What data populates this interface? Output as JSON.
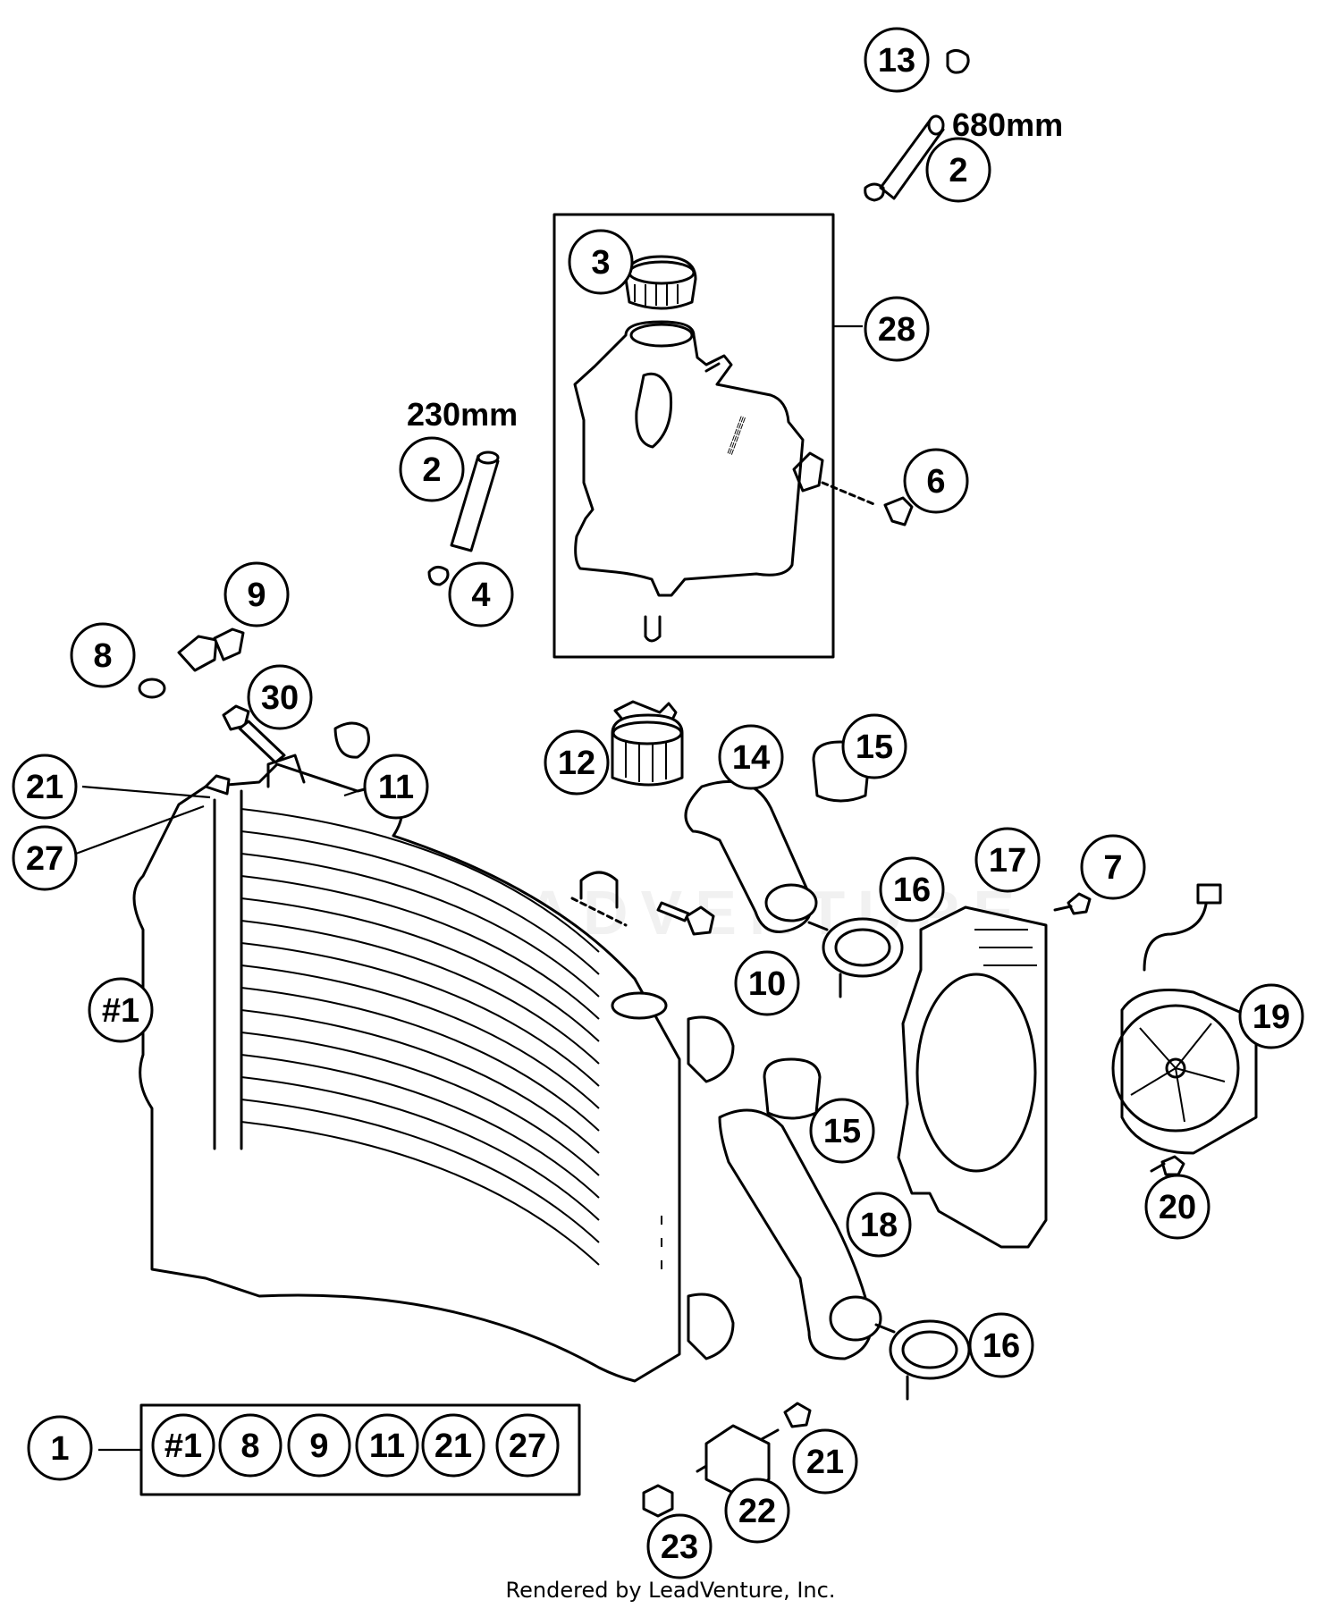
{
  "callouts": [
    {
      "id": "c13",
      "label": "13"
    },
    {
      "id": "c2a",
      "label": "2"
    },
    {
      "id": "c3",
      "label": "3"
    },
    {
      "id": "c28",
      "label": "28"
    },
    {
      "id": "c2b",
      "label": "2"
    },
    {
      "id": "c6",
      "label": "6"
    },
    {
      "id": "c4",
      "label": "4"
    },
    {
      "id": "c9",
      "label": "9"
    },
    {
      "id": "c8",
      "label": "8"
    },
    {
      "id": "c30",
      "label": "30"
    },
    {
      "id": "c21a",
      "label": "21"
    },
    {
      "id": "c27",
      "label": "27"
    },
    {
      "id": "c11",
      "label": "11"
    },
    {
      "id": "c12",
      "label": "12"
    },
    {
      "id": "c14",
      "label": "14"
    },
    {
      "id": "c15a",
      "label": "15"
    },
    {
      "id": "c16a",
      "label": "16"
    },
    {
      "id": "c17",
      "label": "17"
    },
    {
      "id": "c7",
      "label": "7"
    },
    {
      "id": "c10",
      "label": "10"
    },
    {
      "id": "c1hash",
      "label": "#1"
    },
    {
      "id": "c19",
      "label": "19"
    },
    {
      "id": "c15b",
      "label": "15"
    },
    {
      "id": "c20",
      "label": "20"
    },
    {
      "id": "c18",
      "label": "18"
    },
    {
      "id": "c16b",
      "label": "16"
    },
    {
      "id": "c1",
      "label": "1"
    },
    {
      "id": "c21b",
      "label": "21"
    },
    {
      "id": "c22",
      "label": "22"
    },
    {
      "id": "c23",
      "label": "23"
    }
  ],
  "kit_contents": [
    "#1",
    "8",
    "9",
    "11",
    "21",
    "27"
  ],
  "dimensions": {
    "hose_top": "680mm",
    "hose_left": "230mm"
  },
  "watermark": "LEADVENTURE",
  "credit": "Rendered by LeadVenture, Inc."
}
